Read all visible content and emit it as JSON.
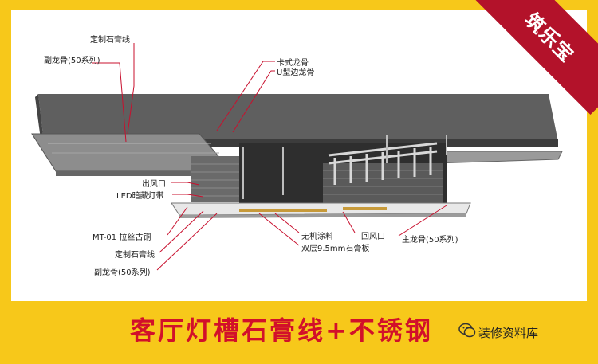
{
  "brand": {
    "ribbon_text": "筑乐宝",
    "ribbon_color": "#b3122a",
    "frame_color": "#f7c81a"
  },
  "caption": {
    "title": "客厅灯槽石膏线+不锈钢",
    "title_color": "#d2102a"
  },
  "source": {
    "name": "装修资料库",
    "icon": "wechat-icon"
  },
  "labels": {
    "custom_gypsum_line_top": "定制石膏线",
    "sub_keel_top": "副龙骨(50系列)",
    "clip_keel": "卡式龙骨",
    "u_edge_keel": "U型边龙骨",
    "air_outlet": "出风口",
    "led_strip": "LED暗藏灯带",
    "mt01_steel": "MT-01 拉丝古铜",
    "custom_gypsum_line_bottom": "定制石膏线",
    "sub_keel_bottom": "副龙骨(50系列)",
    "inorganic_paint": "无机涂料",
    "return_air": "回风口",
    "double_gypsum": "双层9.5mm石膏板",
    "main_keel": "主龙骨(50系列)"
  }
}
